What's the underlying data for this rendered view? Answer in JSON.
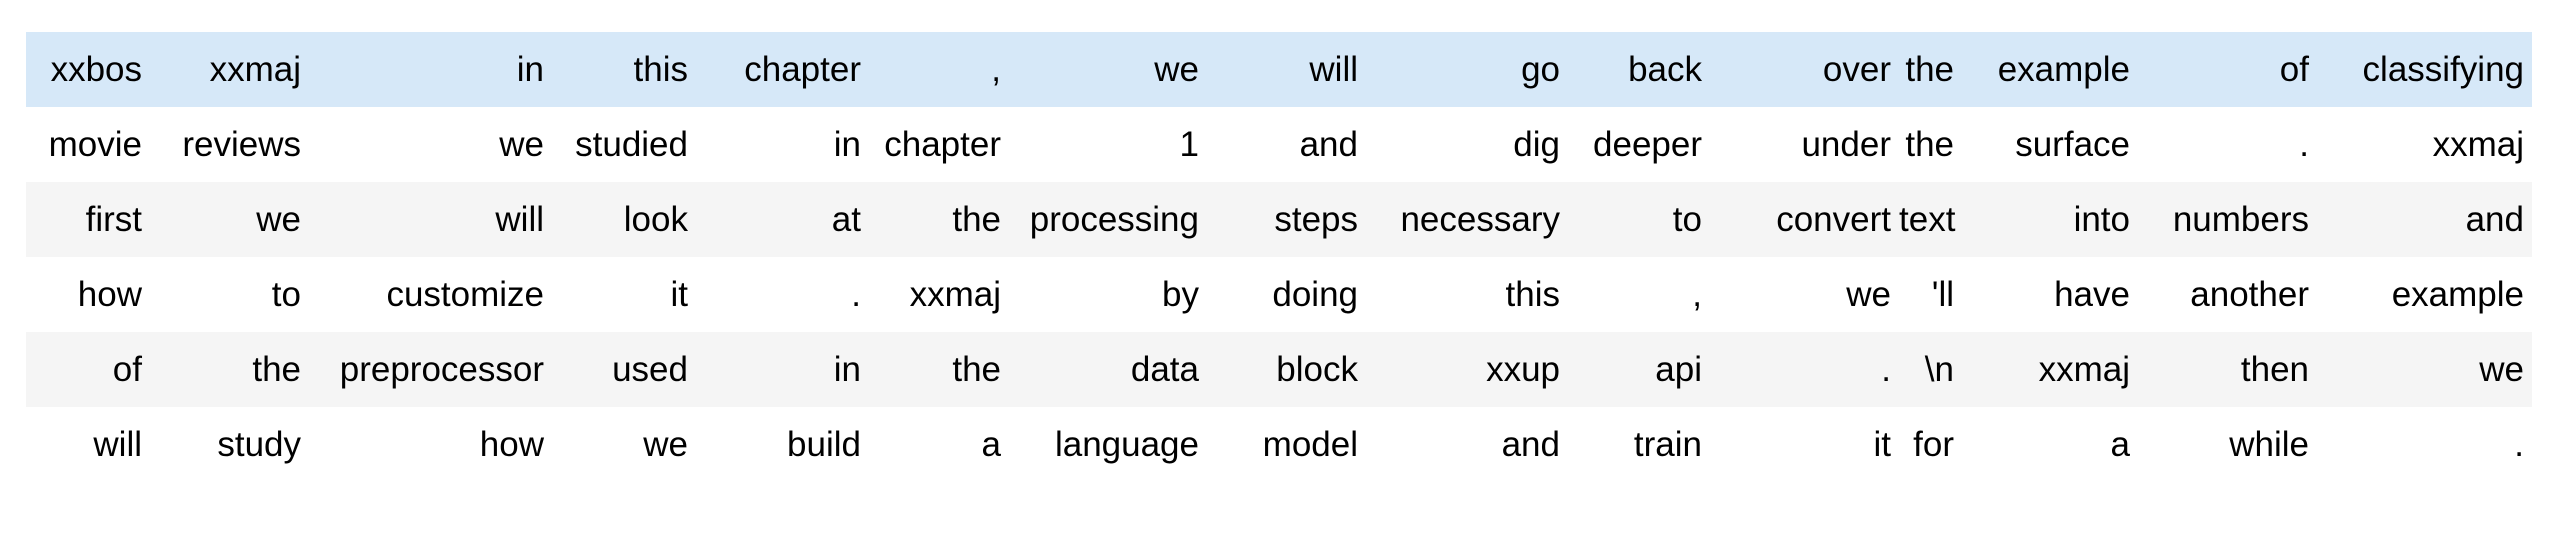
{
  "table": {
    "columns": 15,
    "colors": {
      "highlight": "#d6e8f8",
      "stripe": "#f5f5f5",
      "background": "#ffffff",
      "text": "#000000"
    },
    "rows": [
      {
        "highlighted": true,
        "tokens": [
          "xxbos",
          "xxmaj",
          "in",
          "this",
          "chapter",
          ",",
          "we",
          "will",
          "go",
          "back",
          "over",
          "the",
          "example",
          "of",
          "classifying"
        ]
      },
      {
        "highlighted": false,
        "tokens": [
          "movie",
          "reviews",
          "we",
          "studied",
          "in",
          "chapter",
          "1",
          "and",
          "dig",
          "deeper",
          "under",
          "the",
          "surface",
          ".",
          "xxmaj"
        ]
      },
      {
        "highlighted": false,
        "tokens": [
          "first",
          "we",
          "will",
          "look",
          "at",
          "the",
          "processing",
          "steps",
          "necessary",
          "to",
          "convert",
          "text",
          "into",
          "numbers",
          "and"
        ]
      },
      {
        "highlighted": false,
        "tokens": [
          "how",
          "to",
          "customize",
          "it",
          ".",
          "xxmaj",
          "by",
          "doing",
          "this",
          ",",
          "we",
          "'ll",
          "have",
          "another",
          "example"
        ]
      },
      {
        "highlighted": false,
        "tokens": [
          "of",
          "the",
          "preprocessor",
          "used",
          "in",
          "the",
          "data",
          "block",
          "xxup",
          "api",
          ".",
          "\\n",
          "xxmaj",
          "then",
          "we"
        ]
      },
      {
        "highlighted": false,
        "tokens": [
          "will",
          "study",
          "how",
          "we",
          "build",
          "a",
          "language",
          "model",
          "and",
          "train",
          "it",
          "for",
          "a",
          "while",
          "."
        ]
      }
    ]
  }
}
